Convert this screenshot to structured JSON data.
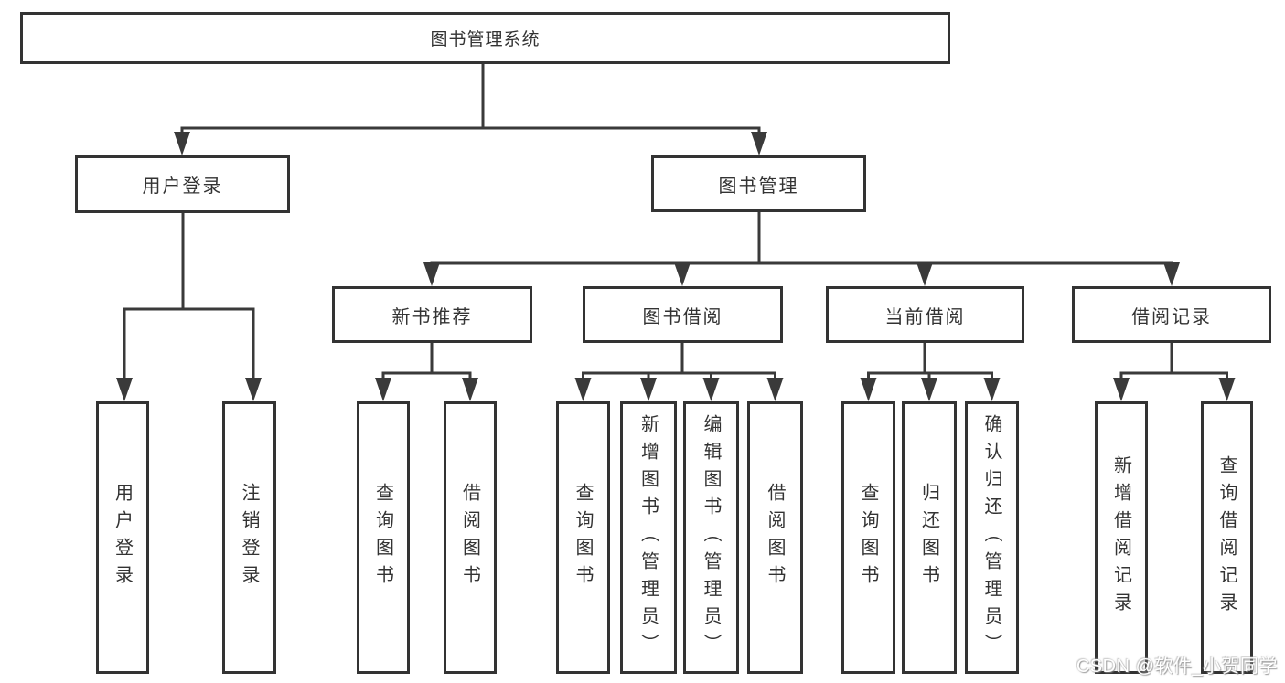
{
  "nodes": {
    "root": "图书管理系统",
    "level2": [
      "用户登录",
      "图书管理"
    ],
    "level3": [
      "新书推荐",
      "图书借阅",
      "当前借阅",
      "借阅记录"
    ],
    "leaves": [
      "用户登录",
      "注销登录",
      "查询图书",
      "借阅图书",
      "查询图书",
      "新增图书（管理员）",
      "编辑图书（管理员）",
      "借阅图书",
      "查询图书",
      "归还图书",
      "确认归还（管理员）",
      "新增借阅记录",
      "查询借阅记录"
    ]
  },
  "watermark": "CSDN @软件_小贺同学",
  "colors": {
    "line": "#3a3a3a",
    "text": "#333333",
    "background": "#ffffff",
    "watermark_shadow": "#828282"
  }
}
